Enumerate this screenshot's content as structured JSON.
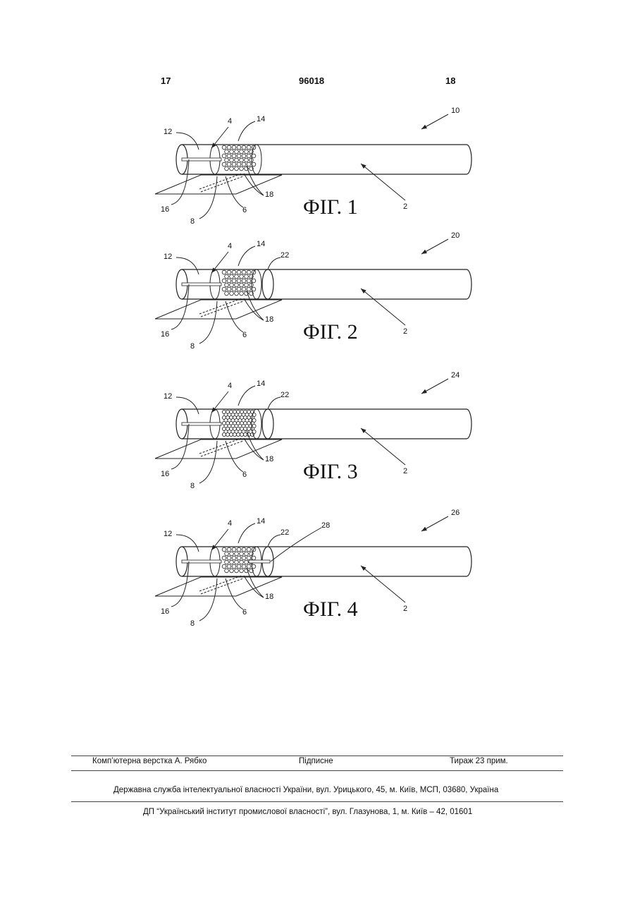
{
  "header": {
    "page_left": "17",
    "patent_number": "96018",
    "page_right": "18"
  },
  "figures": [
    {
      "caption": "ФІГ. 1",
      "labels": {
        "l12": "12",
        "l4": "4",
        "l14": "14",
        "l16": "16",
        "l8": "8",
        "l6": "6",
        "l18": "18",
        "l2": "2",
        "lref": "10"
      }
    },
    {
      "caption": "ФІГ. 2",
      "labels": {
        "l12": "12",
        "l4": "4",
        "l14": "14",
        "l22": "22",
        "l16": "16",
        "l8": "8",
        "l6": "6",
        "l18": "18",
        "l2": "2",
        "lref": "20"
      }
    },
    {
      "caption": "ФІГ. 3",
      "labels": {
        "l12": "12",
        "l4": "4",
        "l14": "14",
        "l22": "22",
        "l16": "16",
        "l8": "8",
        "l6": "6",
        "l18": "18",
        "l2": "2",
        "lref": "24"
      }
    },
    {
      "caption": "ФІГ. 4",
      "labels": {
        "l12": "12",
        "l4": "4",
        "l14": "14",
        "l22": "22",
        "l28": "28",
        "l16": "16",
        "l8": "8",
        "l6": "6",
        "l18": "18",
        "l2": "2",
        "lref": "26"
      }
    }
  ],
  "footer": {
    "layout_by": "Комп’ютерна верстка А. Рябко",
    "signed": "Підписне",
    "circulation": "Тираж 23 прим.",
    "line2": "Державна служба інтелектуальної власності України, вул. Урицького, 45, м. Київ, МСП, 03680, Україна",
    "line3": "ДП “Український інститут промислової власності”, вул. Глазунова, 1, м. Київ – 42, 01601"
  }
}
